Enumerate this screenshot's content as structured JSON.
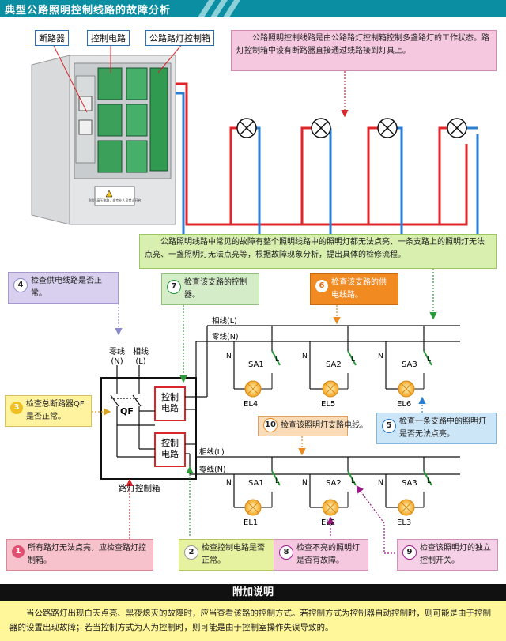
{
  "title": "典型公路照明控制线路的故障分析",
  "labels": {
    "breaker": "断路器",
    "control_circuit": "控制电路",
    "control_box": "公路路灯控制箱"
  },
  "intro_text": "公路照明控制线路是由公路路灯控制箱控制多盏路灯的工作状态。路灯控制箱中设有断路器直接通过线路接到灯具上。",
  "fault_text": "公路照明线路中常见的故障有整个照明线路中的照明灯都无法点亮、一条支路上的照明灯无法点亮、一盏照明灯无法点亮等，根据故障现象分析，提出具体的检修流程。",
  "cabinet_warning": "危险! 高压电路，非专业人员禁止开启",
  "circuit": {
    "neutral": "零线",
    "neutral_n": "(N)",
    "live": "相线",
    "live_l": "(L)",
    "qf": "QF",
    "ctrl1": "控制电路",
    "ctrl2": "控制电路",
    "box_label": "路灯控制箱",
    "live_line_top": "相线(L)",
    "neutral_line_top": "零线(N)",
    "live_line_bot": "相线(L)",
    "neutral_line_bot": "零线(N)",
    "N": "N",
    "L": "L",
    "top_switches": [
      "SA1",
      "SA2",
      "SA3"
    ],
    "top_lamps": [
      "EL4",
      "EL5",
      "EL6"
    ],
    "bot_switches": [
      "SA1",
      "SA2",
      "SA3"
    ],
    "bot_lamps": [
      "EL1",
      "EL2",
      "EL3"
    ]
  },
  "steps": [
    {
      "n": "1",
      "text": "所有路灯无法点亮，应检查路灯控制箱。"
    },
    {
      "n": "2",
      "text": "检查控制电路是否正常。"
    },
    {
      "n": "3",
      "text": "检查总断路器QF是否正常。"
    },
    {
      "n": "4",
      "text": "检查供电线路是否正常。"
    },
    {
      "n": "5",
      "text": "检查一条支路中的照明灯是否无法点亮。"
    },
    {
      "n": "6",
      "text": "检查该支路的供电线路。"
    },
    {
      "n": "7",
      "text": "检查该支路的控制器。"
    },
    {
      "n": "8",
      "text": "检查不亮的照明灯是否有故障。"
    },
    {
      "n": "9",
      "text": "检查该照明灯的独立控制开关。"
    },
    {
      "n": "10",
      "text": "检查该照明灯支路电线。"
    }
  ],
  "footer": {
    "heading": "附加说明",
    "text": "当公路路灯出现白天点亮、黑夜熄灭的故障时，应当查看该路的控制方式。若控制方式为控制器自动控制时，则可能是由于控制器的设置出现故障；若当控制方式为人为控制时，则可能是由于控制室操作失误导致的。"
  },
  "colors": {
    "header": "#0c8ea2",
    "live_wire": "#e0262a",
    "neutral_wire": "#2a7fd0",
    "step1": "#f7c2cc",
    "step2": "#e6f2a0",
    "step3": "#fff3a0",
    "step4": "#d8d0ee",
    "step5": "#cde6f7",
    "step6": "#f28a22",
    "step7": "#d5ecc8",
    "step8": "#f5c8e0",
    "step9": "#f5d0e6",
    "step10": "#fadcb8",
    "intro": "#f5c8e0",
    "fault": "#d8efb0",
    "footer_bg": "#fff79a"
  }
}
